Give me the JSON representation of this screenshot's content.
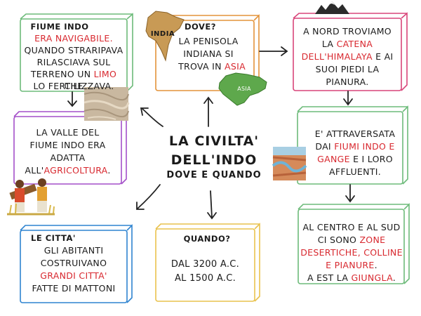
{
  "center": {
    "line1": "LA CIVILTA'",
    "line2": "DELL'INDO",
    "line3": "DOVE E QUANDO"
  },
  "fiume": {
    "heading": "FIUME INDO",
    "l1": "ERA NAVIGABILE.",
    "l2": "QUANDO STRARIPAVA",
    "l3": "RILASCIAVA SUL",
    "l4a": "TERRENO UN ",
    "l4b": "LIMO",
    "l4c": " CHE",
    "l5": "LO FERTILIZZAVA."
  },
  "dove": {
    "heading": "DOVE?",
    "map_label": "INDIA",
    "l1": "LA PENISOLA",
    "l2": "INDIANA SI",
    "l3a": "TROVA IN ",
    "l3b": "ASIA",
    "asia_label": "ASIA"
  },
  "nord": {
    "l1": "A NORD TROVIAMO",
    "l2a": "LA ",
    "l2b": "CATENA",
    "l3a": "DELL'HIMALAYA",
    "l3b": " E AI",
    "l4": "SUOI PIEDI LA",
    "l5": "PIANURA."
  },
  "valle": {
    "l1": "LA VALLE DEL",
    "l2": "FIUME INDO ERA",
    "l3": "ADATTA",
    "l4a": "ALL'",
    "l4b": "AGRICOLTURA",
    "l4c": "."
  },
  "attraversata": {
    "l1": "E' ATTRAVERSATA",
    "l2a": "DAI ",
    "l2b": "FIUMI INDO E",
    "l3a": "GANGE",
    "l3b": " E I LORO",
    "l4": "AFFLUENTI."
  },
  "citta": {
    "heading": "LE CITTA'",
    "l1": "GLI ABITANTI",
    "l2": "COSTRUIVANO",
    "l3": "GRANDI CITTA'",
    "l4": "FATTE DI MATTONI"
  },
  "quando": {
    "heading": "QUANDO?",
    "l1": "DAL 3200 A.C.",
    "l2": "AL 1500 A.C."
  },
  "centro": {
    "l1": "AL CENTRO E AL SUD",
    "l2a": "CI SONO ",
    "l2b": "ZONE",
    "l3": "DESERTICHE, COLLINE",
    "l4": "E PIANURE",
    "l4c": ".",
    "l5a": "A EST LA ",
    "l5b": "GIUNGLA",
    "l5c": "."
  },
  "colors": {
    "red": "#d8282f",
    "green": "#6dbb7a",
    "pink": "#d9457a",
    "purple": "#a44fc9",
    "orange": "#e3933a",
    "blue": "#2f84d0",
    "yellow": "#e9c24d"
  }
}
